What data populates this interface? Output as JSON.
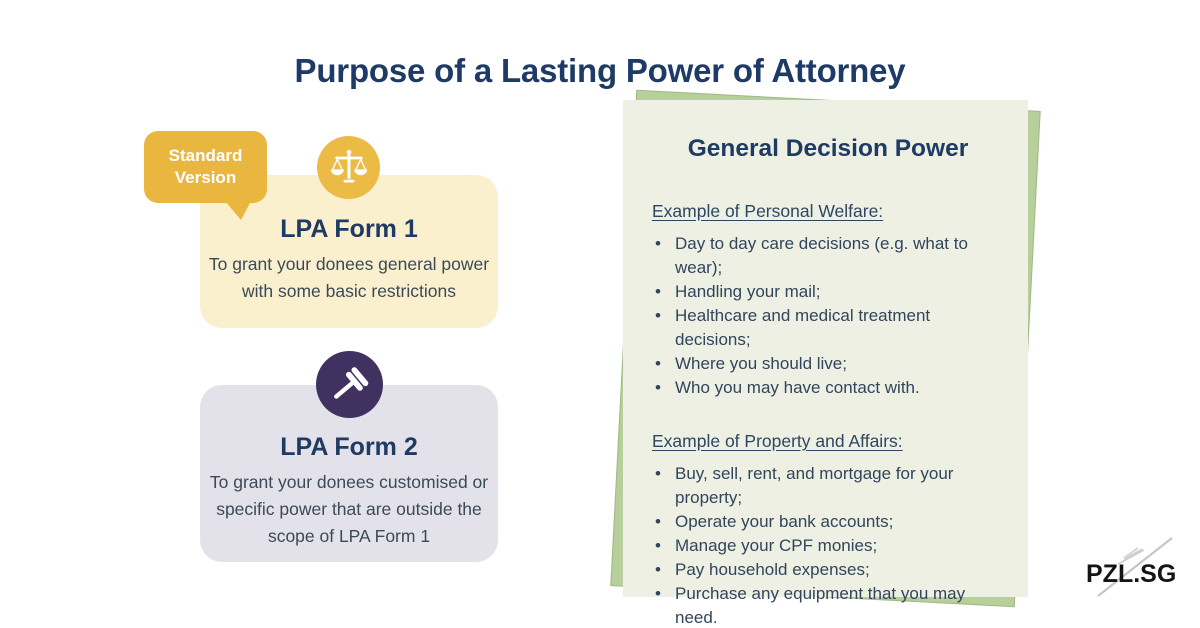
{
  "page": {
    "title": "Purpose of a Lasting Power of Attorney",
    "brand": "PZL.SG"
  },
  "colors": {
    "title_navy": "#1E3A66",
    "badge_gold": "#E9B640",
    "form1_cream": "#FAF0CE",
    "form1_icon_gold": "#EBBB45",
    "form2_lavender": "#E3E1E9",
    "form2_icon_purple": "#413160",
    "panel_paper": "#EDF0E3",
    "panel_green_sheet": "#B7CF9A",
    "body_text": "#31455C"
  },
  "left": {
    "badge_label": "Standard Version",
    "form1": {
      "icon": "scales-of-justice-icon",
      "title": "LPA Form 1",
      "description": "To grant your donees general power with some basic restrictions"
    },
    "form2": {
      "icon": "gavel-icon",
      "title": "LPA Form 2",
      "description": "To grant your donees customised or specific power that are outside the scope of LPA Form 1"
    }
  },
  "panel": {
    "title": "General Decision Power",
    "sections": [
      {
        "heading": "Example of Personal Welfare:",
        "items": [
          "Day to day care decisions (e.g. what to wear);",
          "Handling your mail;",
          "Healthcare and medical treatment decisions;",
          "Where you should live;",
          "Who you may have contact with."
        ]
      },
      {
        "heading": "Example of Property and Affairs:",
        "items": [
          "Buy, sell, rent, and mortgage for your property;",
          "Operate your bank accounts;",
          "Manage your CPF monies;",
          "Pay household expenses;",
          "Purchase any equipment that you may need."
        ]
      }
    ]
  }
}
